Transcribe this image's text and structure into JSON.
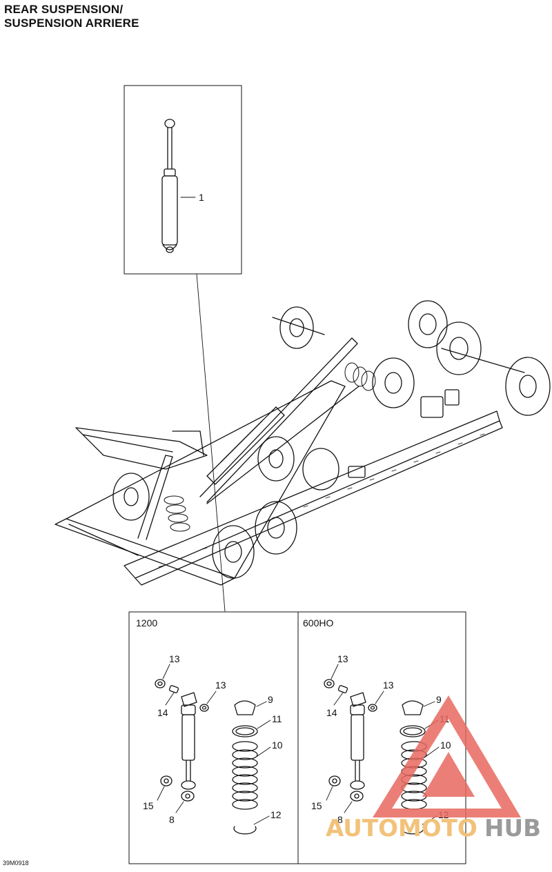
{
  "title": {
    "line1": "REAR SUSPENSION/",
    "line2": "SUSPENSION ARRIERE"
  },
  "callouts": {
    "shock_top": "1",
    "panel_left": {
      "header": "1200",
      "labels": [
        "13",
        "13",
        "14",
        "9",
        "11",
        "10",
        "15",
        "8",
        "12"
      ]
    },
    "panel_right": {
      "header": "600HO",
      "labels": [
        "13",
        "13",
        "14",
        "9",
        "11",
        "10",
        "15",
        "8",
        "12"
      ]
    }
  },
  "figure_code": "39M0918",
  "watermark": {
    "part1": "AUTOMOTO",
    "part2": "HUB",
    "color1": "#f2c27a",
    "color2": "#9a9a9a",
    "triangle_color": "#e8685f"
  }
}
